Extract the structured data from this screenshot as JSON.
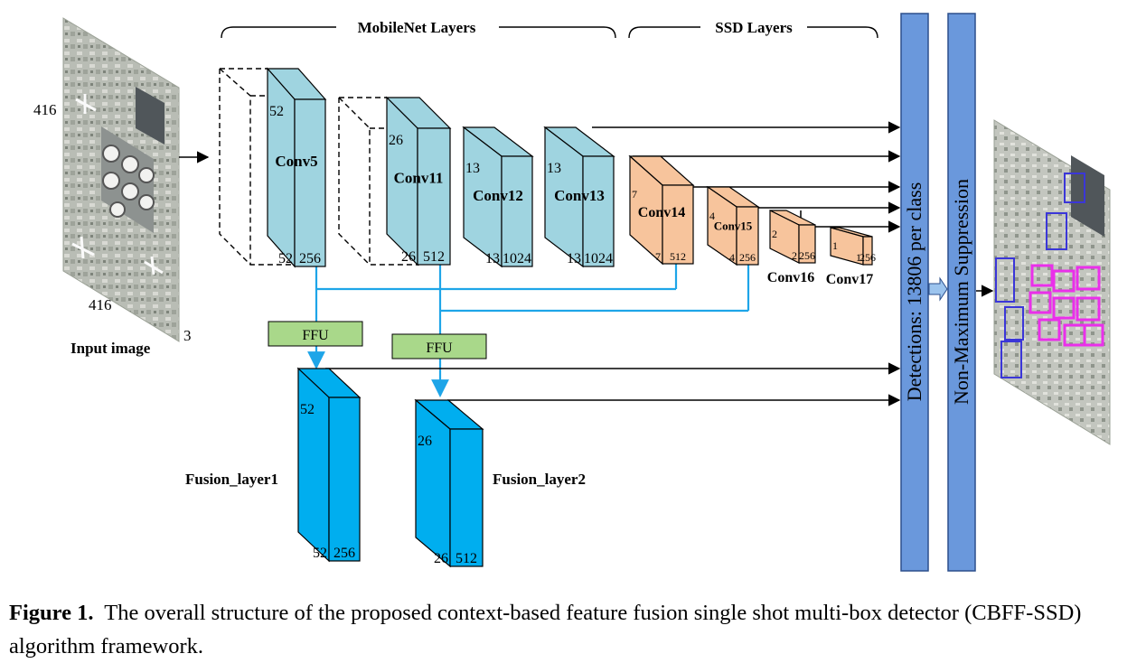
{
  "headers": {
    "mobilenet": "MobileNet Layers",
    "ssd": "SSD Layers"
  },
  "input": {
    "label": "Input image",
    "height": "416",
    "width": "416",
    "channels": "3"
  },
  "layers": {
    "conv5": {
      "name": "Conv5",
      "h": "52",
      "w": "52",
      "c": "256"
    },
    "conv11": {
      "name": "Conv11",
      "h": "26",
      "w": "26",
      "c": "512"
    },
    "conv12": {
      "name": "Conv12",
      "h": "13",
      "w": "13",
      "c": "1024"
    },
    "conv13": {
      "name": "Conv13",
      "h": "13",
      "w": "13",
      "c": "1024"
    },
    "conv14": {
      "name": "Conv14",
      "h": "7",
      "w": "7",
      "c": "512"
    },
    "conv15": {
      "name": "Conv15",
      "h": "4",
      "w": "4",
      "c": "256"
    },
    "conv16": {
      "name": "Conv16",
      "h": "2",
      "w": "2",
      "c": "256"
    },
    "conv17": {
      "name": "Conv17",
      "h": "1",
      "w": "1",
      "c": "256"
    }
  },
  "ffu": [
    "FFU",
    "FFU"
  ],
  "fusion": {
    "layer1": {
      "name": "Fusion_layer1",
      "h": "52",
      "w": "52",
      "c": "256"
    },
    "layer2": {
      "name": "Fusion_layer2",
      "h": "26",
      "w": "26",
      "c": "512"
    }
  },
  "detections": "Detections: 13806 per class",
  "nms": "Non-Maximum Suppression",
  "caption": {
    "label": "Figure 1.",
    "text": "The overall structure of the proposed context-based feature fusion single shot multi-box detector (CBFF-SSD) algorithm framework."
  },
  "colors": {
    "mobilenet": "#9fd4e0",
    "ssd": "#f7c49c",
    "fusion": "#00aeef",
    "ffu": "#a9d88a",
    "bar": "#6a98dc",
    "connector": "#1ea5e8"
  }
}
